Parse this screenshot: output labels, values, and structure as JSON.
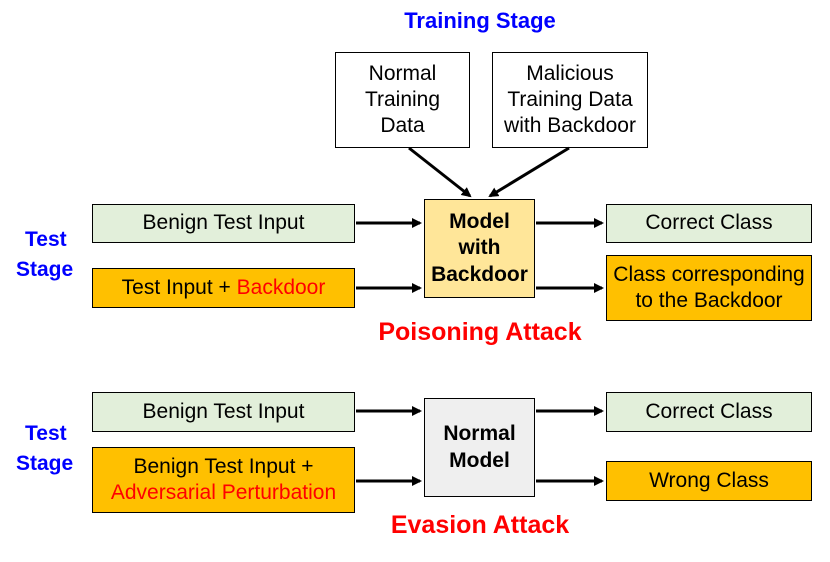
{
  "training_stage": {
    "title": "Training Stage",
    "normal_data": "Normal Training Data",
    "malicious_data": "Malicious Training Data with Backdoor"
  },
  "poisoning": {
    "stage_label_1": "Test",
    "stage_label_2": "Stage",
    "benign_input": "Benign Test Input",
    "backdoor_input_prefix": "Test Input + ",
    "backdoor_input_highlight": "Backdoor",
    "model": "Model with Backdoor",
    "correct_output": "Correct Class",
    "backdoor_output": "Class corresponding to the Backdoor",
    "attack_title": "Poisoning Attack"
  },
  "evasion": {
    "stage_label_1": "Test",
    "stage_label_2": "Stage",
    "benign_input": "Benign Test Input",
    "adv_input_prefix": "Benign Test Input +",
    "adv_input_highlight": "Adversarial Perturbation",
    "model": "Normal Model",
    "correct_output": "Correct Class",
    "wrong_output": "Wrong Class",
    "attack_title": "Evasion Attack"
  },
  "colors": {
    "benign": "#e2efda",
    "backdoor": "#ffc000",
    "model_backdoor": "#ffe699",
    "model_normal": "#efefef",
    "label_blue": "#0000ff",
    "attack_red": "#ff0000"
  }
}
